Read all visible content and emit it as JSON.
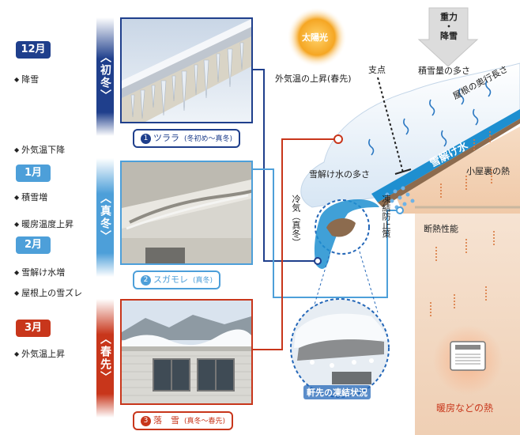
{
  "timeline": {
    "months": [
      "12月",
      "1月",
      "2月",
      "3月"
    ],
    "events": {
      "snowfall": "降雪",
      "temp_drop": "外気温下降",
      "snow_increase": "積雪増",
      "heating_rise": "暖房温度上昇",
      "meltwater_increase": "雪解け水増",
      "roof_snow_slide": "屋根上の雪ズレ",
      "temp_rise": "外気温上昇"
    }
  },
  "seasons": {
    "early_winter": "〈初冬〉",
    "mid_winter": "〈真冬〉",
    "early_spring": "〈春先〉"
  },
  "panels": [
    {
      "number": "1",
      "title": "ツララ",
      "period": "(冬初め～真冬)",
      "color": "#1f3f8c"
    },
    {
      "number": "2",
      "title": "スガモレ",
      "period": "(真冬)",
      "color": "#4d9fd9"
    },
    {
      "number": "3",
      "title": "落　雪",
      "period": "(真冬～春先)",
      "color": "#c8361b"
    }
  ],
  "diagram": {
    "sun": "太陽光",
    "outside_temp_rise": "外気温の上昇(春先)",
    "fulcrum": "支点",
    "gravity_snowfall": [
      "重力",
      "・",
      "降雪"
    ],
    "snow_amount": "積雪量の多さ",
    "roof_depth": "屋根の奥行長さ",
    "meltwater_arrow": "雪解け水",
    "attic_heat": "小屋裏の熱",
    "meltwater_amount": "雪解け水の多さ",
    "cold_air": "冷気（真冬）",
    "anti_freeze": "凍結防止策",
    "insulation": "断熱性能",
    "eaves_freeze": "軒先の凍結状況",
    "heating_heat": "暖房などの熱"
  }
}
